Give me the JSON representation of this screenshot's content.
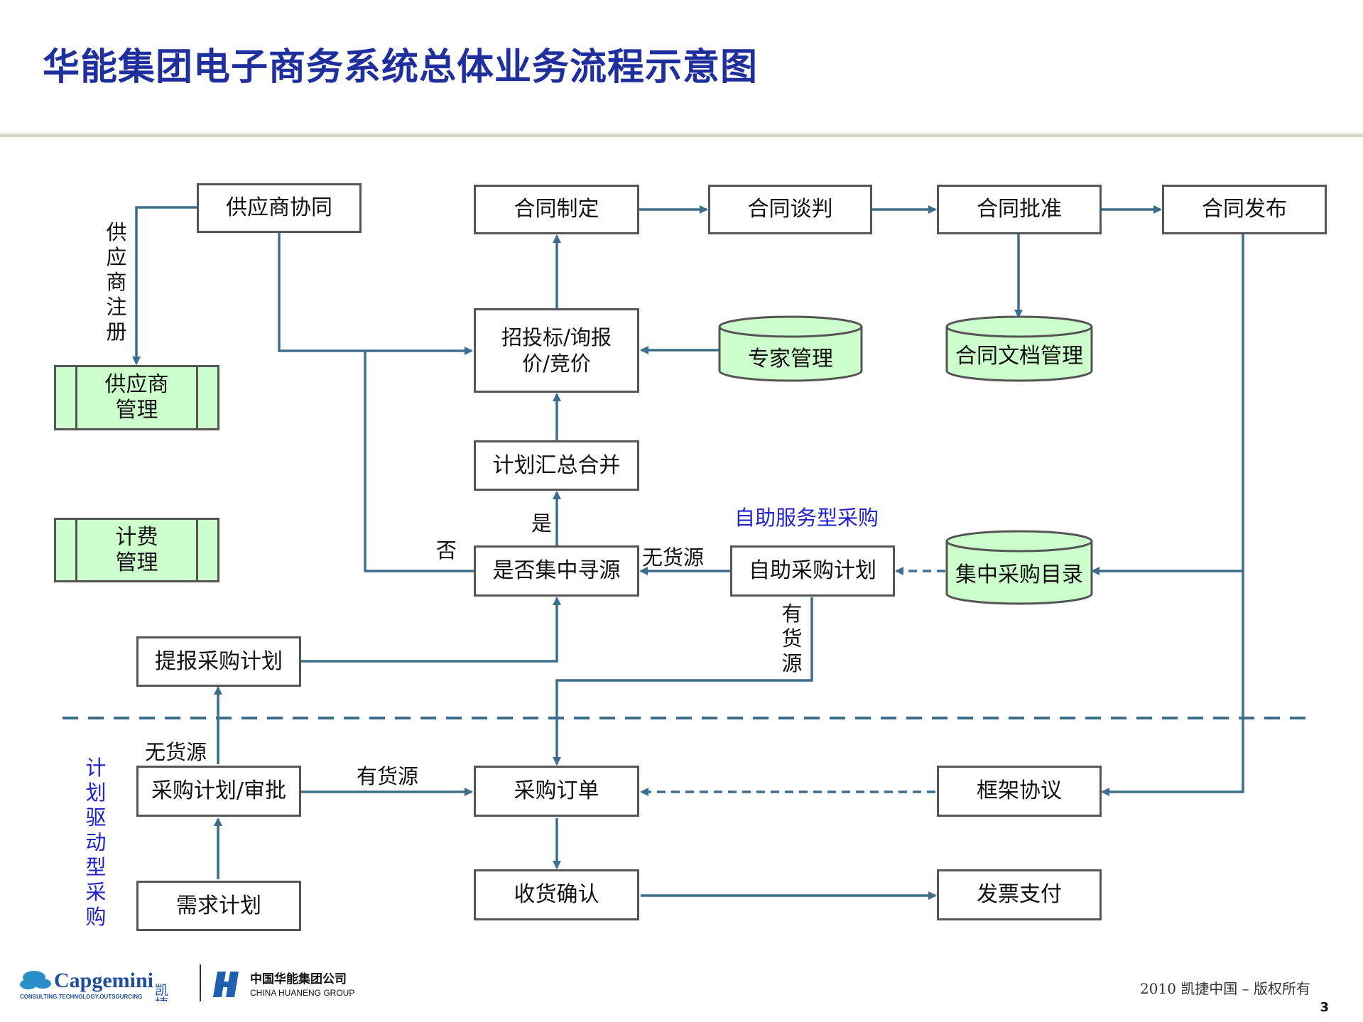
{
  "title": "华能集团电子商务系统总体业务流程示意图",
  "nodes": {
    "supplier_collab": "供应商协同",
    "contract_draft": "合同制定",
    "contract_negotiate": "合同谈判",
    "contract_approve": "合同批准",
    "contract_publish": "合同发布",
    "bidding": "招投标/询报价/竞价",
    "expert_mgmt": "专家管理",
    "contract_doc_mgmt": "合同文档管理",
    "supplier_mgmt": "供应商管理",
    "plan_merge": "计划汇总合并",
    "billing_mgmt": "计费管理",
    "central_source": "是否集中寻源",
    "self_plan": "自助采购计划",
    "central_catalog": "集中采购目录",
    "submit_plan": "提报采购计划",
    "plan_approve": "采购计划/审批",
    "purchase_order": "采购订单",
    "framework": "框架协议",
    "demand_plan": "需求计划",
    "receipt": "收货确认",
    "invoice": "发票支付"
  },
  "labels": {
    "supplier_reg": "供应商注册",
    "yes": "是",
    "no": "否",
    "no_source_1": "无货源",
    "no_source_2": "无货源",
    "has_source_1": "有货源",
    "has_source_2": "有货源",
    "self_service": "自助服务型采购",
    "plan_driven": "计划驱动型采购"
  },
  "footer": {
    "copyright": "2010 凯捷中国 – 版权所有",
    "page": "3",
    "logo_capgemini": "Capgemini",
    "logo_capgemini_sub": "CONSULTING.TECHNOLOGY.OUTSOURCING",
    "logo_capgemini_cn": "凯捷",
    "logo_huaneng_cn": "中国华能集团公司",
    "logo_huaneng_en": "CHINA HUANENG GROUP"
  },
  "colors": {
    "title": "#1f2f9e",
    "arrow": "#3d6e8e",
    "green_fill": "#ccffcc",
    "box_border": "#555555",
    "blue_text": "#2222cc"
  }
}
